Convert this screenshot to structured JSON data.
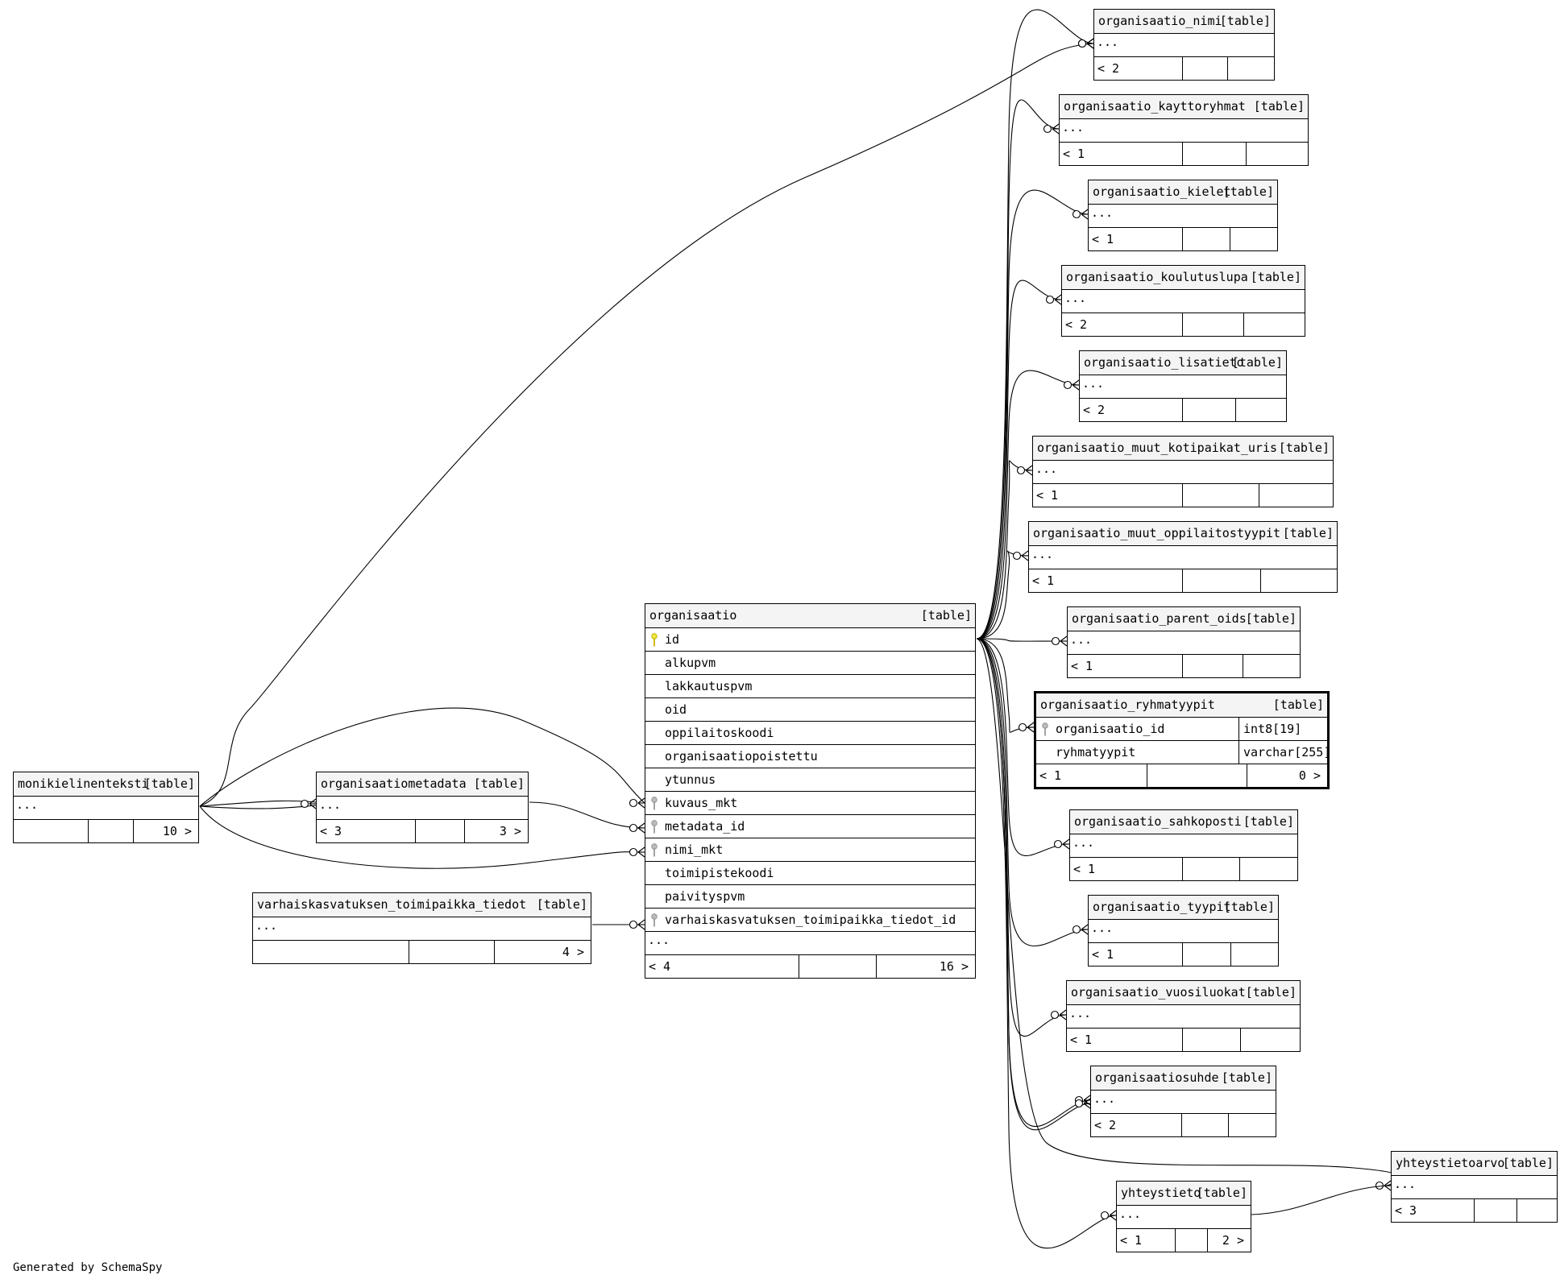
{
  "diagram": {
    "credit": "Generated by SchemaSpy",
    "kind_label": "[table]",
    "tables": {
      "organisaatio_nimi": {
        "name": "organisaatio_nimi",
        "rows": [
          "..."
        ],
        "footer": [
          "< 2",
          "",
          ""
        ]
      },
      "organisaatio_kayttoryhmat": {
        "name": "organisaatio_kayttoryhmat",
        "rows": [
          "..."
        ],
        "footer": [
          "< 1",
          "",
          ""
        ]
      },
      "organisaatio_kielet": {
        "name": "organisaatio_kielet",
        "rows": [
          "..."
        ],
        "footer": [
          "< 1",
          "",
          ""
        ]
      },
      "organisaatio_koulutuslupa": {
        "name": "organisaatio_koulutuslupa",
        "rows": [
          "..."
        ],
        "footer": [
          "< 2",
          "",
          ""
        ]
      },
      "organisaatio_lisatieto": {
        "name": "organisaatio_lisatieto",
        "rows": [
          "..."
        ],
        "footer": [
          "< 2",
          "",
          ""
        ]
      },
      "organisaatio_muut_kotipaikat_uris": {
        "name": "organisaatio_muut_kotipaikat_uris",
        "rows": [
          "..."
        ],
        "footer": [
          "< 1",
          "",
          ""
        ]
      },
      "organisaatio_muut_oppilaitostyypit": {
        "name": "organisaatio_muut_oppilaitostyypit",
        "rows": [
          "..."
        ],
        "footer": [
          "< 1",
          "",
          ""
        ]
      },
      "organisaatio_parent_oids": {
        "name": "organisaatio_parent_oids",
        "rows": [
          "..."
        ],
        "footer": [
          "< 1",
          "",
          ""
        ]
      },
      "organisaatio_ryhmatyypit": {
        "name": "organisaatio_ryhmatyypit",
        "columns": [
          {
            "name": "organisaatio_id",
            "type": "int8[19]",
            "key": "foreign"
          },
          {
            "name": "ryhmatyypit",
            "type": "varchar[255]",
            "key": "none"
          }
        ],
        "footer": [
          "< 1",
          "",
          "0 >"
        ]
      },
      "organisaatio_sahkoposti": {
        "name": "organisaatio_sahkoposti",
        "rows": [
          "..."
        ],
        "footer": [
          "< 1",
          "",
          ""
        ]
      },
      "organisaatio_tyypit": {
        "name": "organisaatio_tyypit",
        "rows": [
          "..."
        ],
        "footer": [
          "< 1",
          "",
          ""
        ]
      },
      "organisaatio_vuosiluokat": {
        "name": "organisaatio_vuosiluokat",
        "rows": [
          "..."
        ],
        "footer": [
          "< 1",
          "",
          ""
        ]
      },
      "organisaatiosuhde": {
        "name": "organisaatiosuhde",
        "rows": [
          "..."
        ],
        "footer": [
          "< 2",
          "",
          ""
        ]
      },
      "yhteystieto": {
        "name": "yhteystieto",
        "rows": [
          "..."
        ],
        "footer": [
          "< 1",
          "",
          "2 >"
        ]
      },
      "yhteystietoarvo": {
        "name": "yhteystietoarvo",
        "rows": [
          "..."
        ],
        "footer": [
          "< 3",
          "",
          ""
        ]
      },
      "monikielinenteksti": {
        "name": "monikielinenteksti",
        "rows": [
          "..."
        ],
        "footer": [
          "",
          "",
          "10 >"
        ]
      },
      "organisaatiometadata": {
        "name": "organisaatiometadata",
        "rows": [
          "..."
        ],
        "footer": [
          "< 3",
          "",
          "3 >"
        ]
      },
      "varhaiskasvatuksen_toimipaikka_tiedot": {
        "name": "varhaiskasvatuksen_toimipaikka_tiedot",
        "rows": [
          "..."
        ],
        "footer": [
          "",
          "",
          "4 >"
        ]
      },
      "organisaatio": {
        "name": "organisaatio",
        "columns": [
          {
            "name": "id",
            "key": "primary"
          },
          {
            "name": "alkupvm",
            "key": "none"
          },
          {
            "name": "lakkautuspvm",
            "key": "none"
          },
          {
            "name": "oid",
            "key": "none"
          },
          {
            "name": "oppilaitoskoodi",
            "key": "none"
          },
          {
            "name": "organisaatiopoistettu",
            "key": "none"
          },
          {
            "name": "ytunnus",
            "key": "none"
          },
          {
            "name": "kuvaus_mkt",
            "key": "foreign"
          },
          {
            "name": "metadata_id",
            "key": "foreign"
          },
          {
            "name": "nimi_mkt",
            "key": "foreign"
          },
          {
            "name": "toimipistekoodi",
            "key": "none"
          },
          {
            "name": "paivityspvm",
            "key": "none"
          },
          {
            "name": "varhaiskasvatuksen_toimipaikka_tiedot_id",
            "key": "foreign"
          }
        ],
        "more": "...",
        "footer": [
          "< 4",
          "",
          "16 >"
        ]
      }
    }
  }
}
